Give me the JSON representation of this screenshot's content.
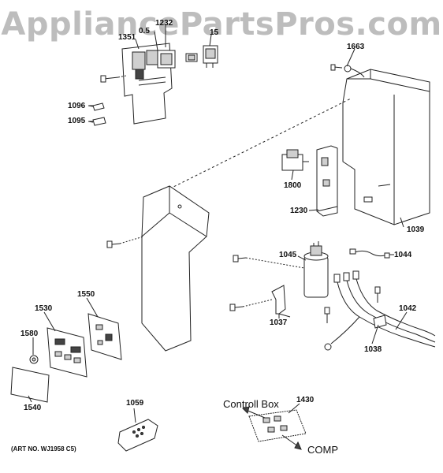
{
  "watermark": "AppliancePartsPros.com",
  "parts": {
    "p1351": "1351",
    "p0s": "0.5",
    "p1232": "1232",
    "p15": "15",
    "p1096": "1096",
    "p1095": "1095",
    "p1663": "1663",
    "p1800": "1800",
    "p1230": "1230",
    "p1039": "1039",
    "p1045": "1045",
    "p1044": "1044",
    "p1550": "1550",
    "p1530": "1530",
    "p1580": "1580",
    "p1540": "1540",
    "p1037": "1037",
    "p1042": "1042",
    "p1038": "1038",
    "p1059": "1059",
    "p1430": "1430"
  },
  "annotations": {
    "control_box": "Controll Box",
    "comp": "COMP"
  },
  "art_no": "(ART NO. WJ1958 C5)"
}
